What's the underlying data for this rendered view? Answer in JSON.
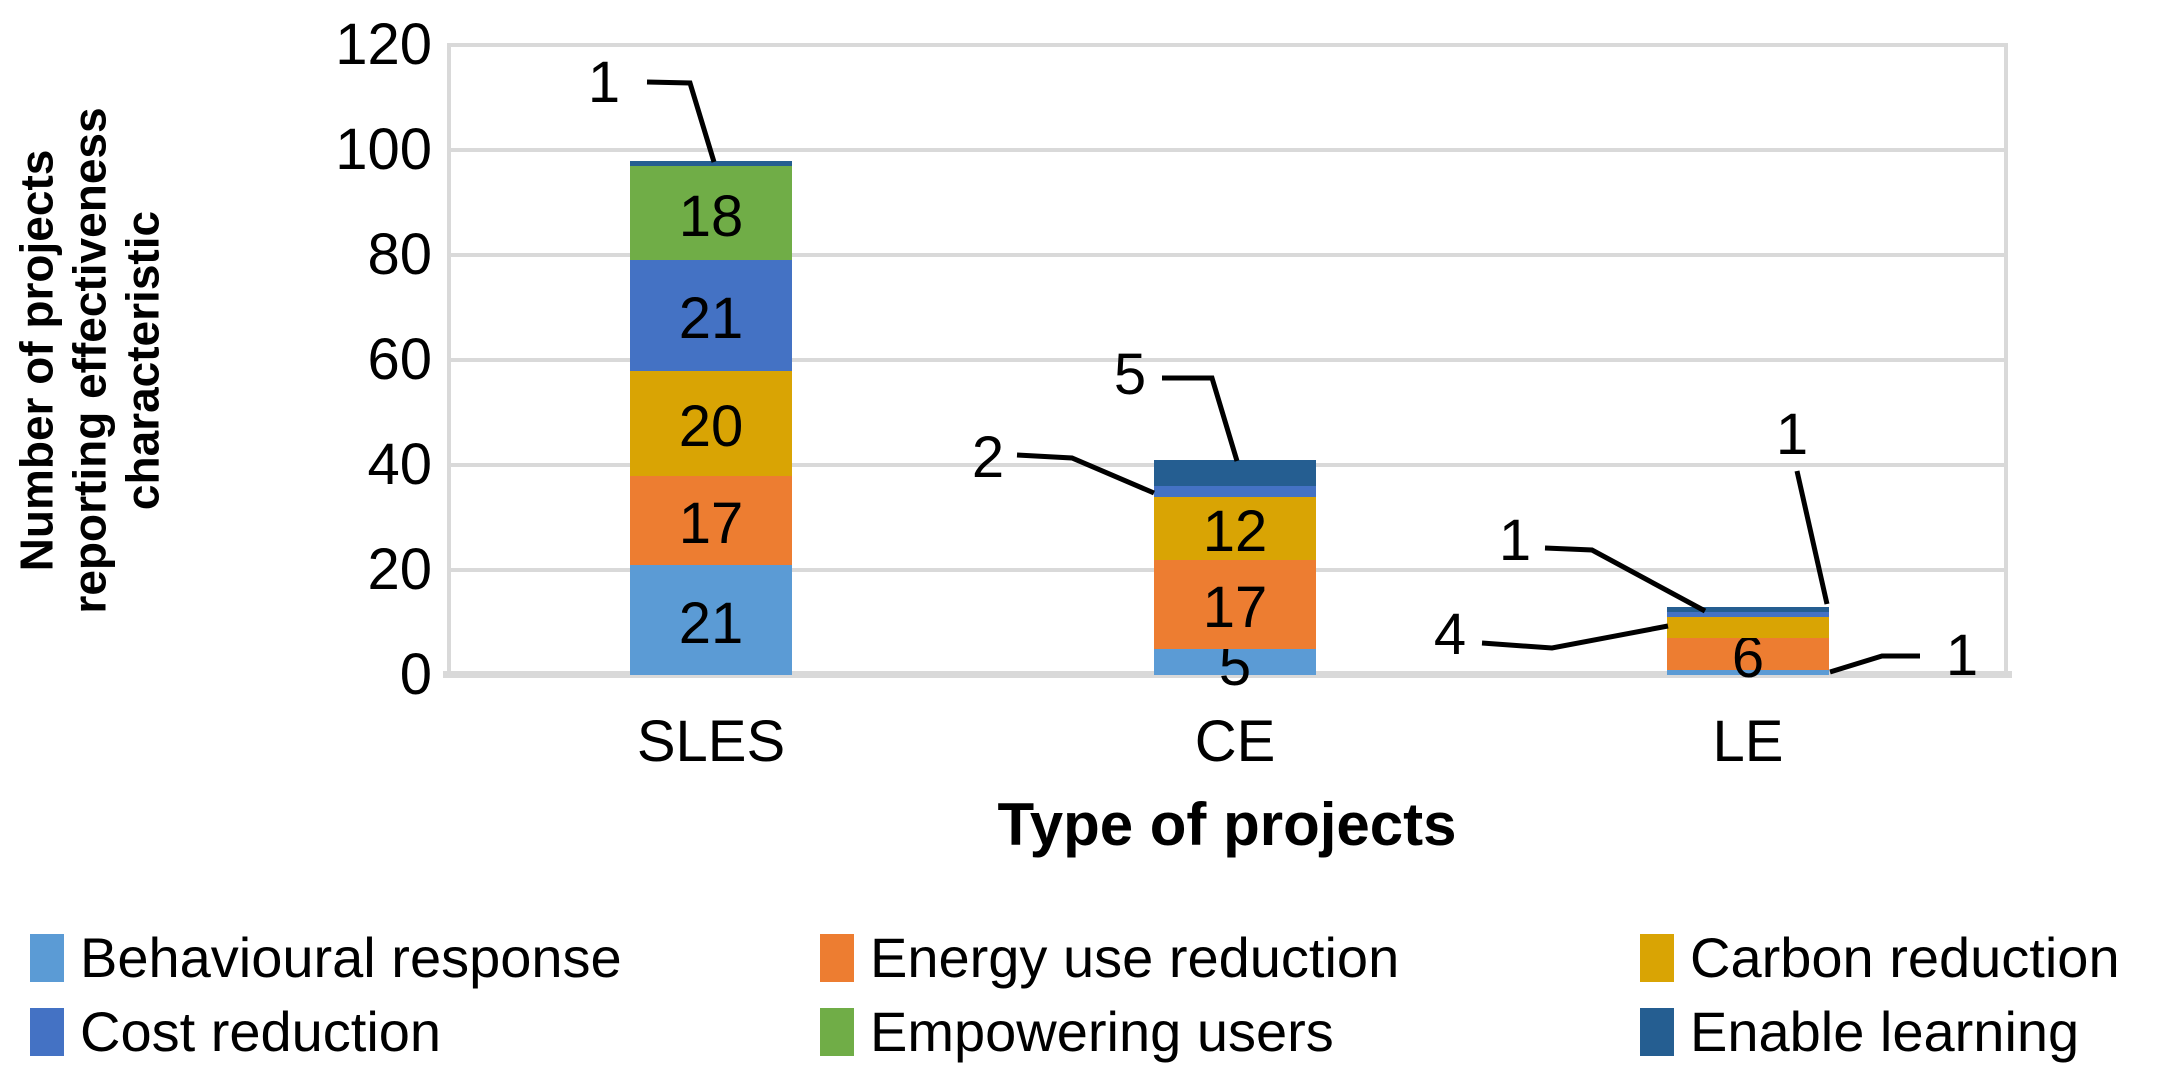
{
  "chart_data": {
    "type": "bar",
    "stacked": true,
    "categories": [
      "SLES",
      "CE",
      "LE"
    ],
    "series": [
      {
        "name": "Behavioural response",
        "color": "#5B9BD5",
        "values": [
          21,
          5,
          1
        ]
      },
      {
        "name": "Energy use reduction",
        "color": "#ED7D31",
        "values": [
          17,
          17,
          6
        ]
      },
      {
        "name": "Carbon reduction",
        "color": "#D9A404",
        "values": [
          20,
          12,
          4
        ]
      },
      {
        "name": "Cost reduction",
        "color": "#4472C4",
        "values": [
          21,
          2,
          1
        ]
      },
      {
        "name": "Empowering users",
        "color": "#70AD47",
        "values": [
          18,
          0,
          0
        ]
      },
      {
        "name": "Enable learning",
        "color": "#255E91",
        "values": [
          1,
          5,
          1
        ]
      }
    ],
    "xlabel": "Type of projects",
    "ylabel": "Number of projects reporting effectiveness characteristic",
    "ylabel_lines": [
      "Number of projects",
      "reporting effectiveness",
      "characteristic"
    ],
    "ylim": [
      0,
      120
    ],
    "yticks": [
      0,
      20,
      40,
      60,
      80,
      100,
      120
    ],
    "grid": true,
    "gridline_color": "#D9D9D9",
    "leader_line_color": "#000000",
    "data_label_color": "#000000",
    "legend_position": "bottom"
  }
}
